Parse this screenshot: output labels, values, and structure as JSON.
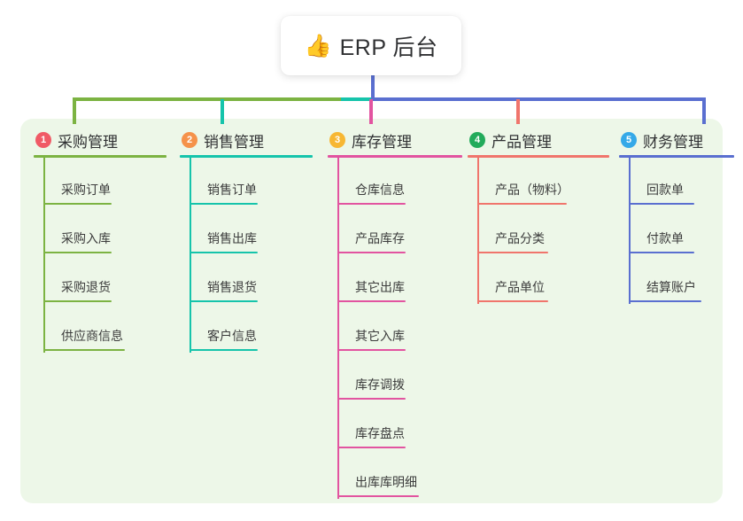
{
  "root": {
    "icon": "thumbs-up-icon",
    "emoji": "👍",
    "title": "ERP 后台"
  },
  "colors": {
    "panel_background": "#edf7e8",
    "page_background": "#ffffff",
    "root_background": "#ffffff",
    "branch_1": "#7cb342",
    "branch_2": "#16c4ab",
    "branch_3": "#e254a0",
    "branch_4": "#f0756c",
    "branch_5": "#5a6fd0",
    "badge_1": "#f05a66",
    "badge_2": "#f5924a",
    "badge_3": "#f7b733",
    "badge_4": "#22ab5b",
    "badge_5": "#35a9e8",
    "text": "#303133"
  },
  "branches": [
    {
      "number": "1",
      "label": "采购管理",
      "color": "#7cb342",
      "badge_color": "#f05a66",
      "children": [
        {
          "label": "采购订单",
          "rule_width": 77
        },
        {
          "label": "采购入库",
          "rule_width": 77
        },
        {
          "label": "采购退货",
          "rule_width": 77
        },
        {
          "label": "供应商信息",
          "rule_width": 92
        }
      ]
    },
    {
      "number": "2",
      "label": "销售管理",
      "color": "#16c4ab",
      "badge_color": "#f5924a",
      "children": [
        {
          "label": "销售订单",
          "rule_width": 77
        },
        {
          "label": "销售出库",
          "rule_width": 77
        },
        {
          "label": "销售退货",
          "rule_width": 77
        },
        {
          "label": "客户信息",
          "rule_width": 77
        }
      ]
    },
    {
      "number": "3",
      "label": "库存管理",
      "color": "#e254a0",
      "badge_color": "#f7b733",
      "children": [
        {
          "label": "仓库信息",
          "rule_width": 77
        },
        {
          "label": "产品库存",
          "rule_width": 77
        },
        {
          "label": "其它出库",
          "rule_width": 77
        },
        {
          "label": "其它入库",
          "rule_width": 77
        },
        {
          "label": "库存调拨",
          "rule_width": 77
        },
        {
          "label": "库存盘点",
          "rule_width": 77
        },
        {
          "label": "出库库明细",
          "rule_width": 92
        }
      ]
    },
    {
      "number": "4",
      "label": "产品管理",
      "color": "#f0756c",
      "badge_color": "#22ab5b",
      "children": [
        {
          "label": "产品（物料）",
          "rule_width": 101
        },
        {
          "label": "产品分类",
          "rule_width": 80
        },
        {
          "label": "产品单位",
          "rule_width": 80
        }
      ]
    },
    {
      "number": "5",
      "label": "财务管理",
      "color": "#5a6fd0",
      "badge_color": "#35a9e8",
      "children": [
        {
          "label": "回款单",
          "rule_width": 74
        },
        {
          "label": "付款单",
          "rule_width": 74
        },
        {
          "label": "结算账户",
          "rule_width": 82
        }
      ]
    }
  ],
  "connectors": {
    "stem_color": "#5a6fd0",
    "bus_segments": [
      {
        "color": "#7cb342"
      },
      {
        "color": "#16c4ab"
      },
      {
        "color": "#5a6fd0"
      }
    ],
    "drops": [
      {
        "color": "#7cb342"
      },
      {
        "color": "#16c4ab"
      },
      {
        "color": "#e254a0"
      },
      {
        "color": "#f0756c"
      },
      {
        "color": "#5a6fd0"
      }
    ]
  }
}
